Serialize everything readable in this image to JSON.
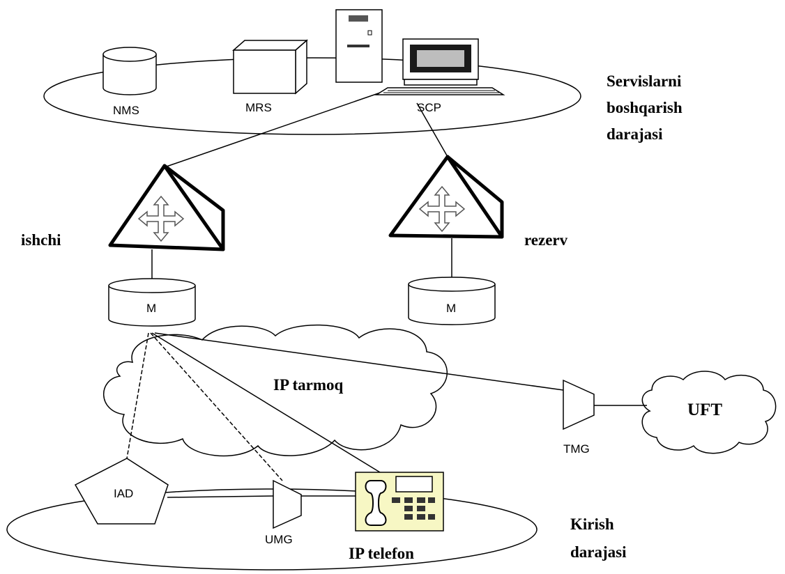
{
  "diagram": {
    "nodes": {
      "nms": "NMS",
      "mrs": "MRS",
      "scp": "SCP",
      "m_left": "M",
      "m_right": "M",
      "iad": "IAD",
      "umg": "UMG",
      "tmg": "TMG"
    },
    "labels": {
      "service_level_line1": "Servislarni",
      "service_level_line2": "boshqarish",
      "service_level_line3": "darajasi",
      "working": "ishchi",
      "reserve": "rezerv",
      "ip_network": "IP tarmoq",
      "uft": "UFT",
      "access_level_line1": "Kirish",
      "access_level_line2": "darajasi",
      "ip_phone": "IP telefon"
    },
    "icons": [
      "server-cylinder-icon",
      "server-box-icon",
      "tower-computer-icon",
      "desktop-monitor-icon",
      "keyboard-icon",
      "softswitch-pyramid-icon",
      "move-arrows-icon",
      "cloud-icon",
      "trapezoid-gateway-icon",
      "pentagon-icon",
      "ip-phone-icon"
    ],
    "colors": {
      "phone_fill": "#f7f7c4",
      "line": "#000000"
    }
  }
}
